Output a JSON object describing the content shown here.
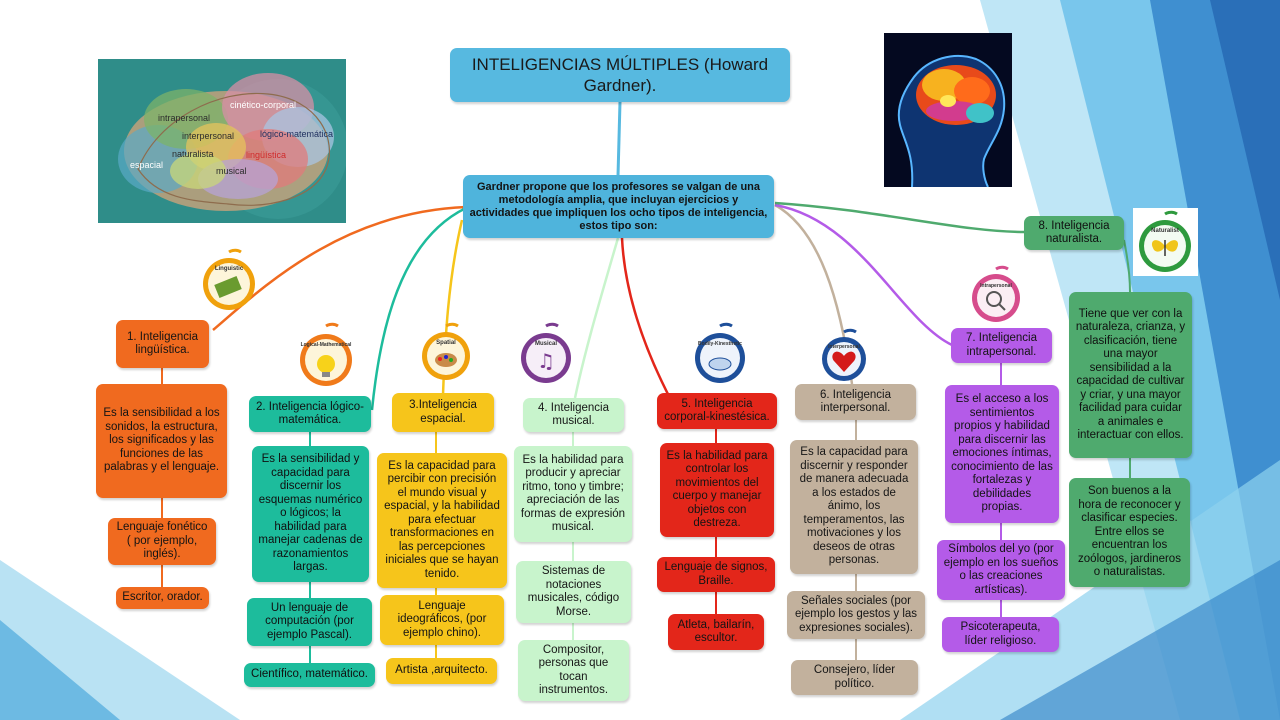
{
  "title": "INTELIGENCIAS MÚLTIPLES (Howard Gardner).",
  "intro": "Gardner propone que los profesores se valgan de una metodología amplia, que incluyan ejercicios y actividades que impliquen los ocho tipos de inteligencia, estos tipo son:",
  "brain_image": {
    "labels": [
      "cinético-corporal",
      "intrapersonal",
      "lógico-matemática",
      "interpersonal",
      "naturalista",
      "lingüística",
      "espacial",
      "musical"
    ]
  },
  "badges": [
    "Linguistic",
    "Logical-Mathematical",
    "Spatial",
    "Musical",
    "Bodily-Kinesthetic",
    "Interpersonal",
    "Intrapersonal",
    "Naturalist"
  ],
  "intelligences": [
    {
      "name": "1. Inteligencia lingüística.",
      "description": "Es la sensibilidad a los sonidos, la estructura, los significados y las funciones de las palabras y el lenguaje.",
      "example": "Lenguaje fonético ( por ejemplo, inglés).",
      "roles": "Escritor, orador.",
      "color": "#f06a1f"
    },
    {
      "name": "2. Inteligencia lógico-matemática.",
      "description": "Es la sensibilidad y capacidad para discernir los esquemas numérico o lógicos; la habilidad para manejar cadenas de razonamientos largas.",
      "example": "Un lenguaje de computación (por ejemplo Pascal).",
      "roles": "Científico, matemático.",
      "color": "#1dbc9c"
    },
    {
      "name": "3.Inteligencia espacial.",
      "description": "Es la capacidad para percibir con precisión el mundo visual y espacial, y la habilidad para efectuar transformaciones en las percepciones iniciales que se hayan tenido.",
      "example": "Lenguaje ideográficos, (por ejemplo chino).",
      "roles": "Artista ,arquitecto.",
      "color": "#f6c51b"
    },
    {
      "name": "4. Inteligencia musical.",
      "description": "Es la habilidad para producir y apreciar ritmo, tono y timbre; apreciación de las formas de expresión musical.",
      "example": "Sistemas de notaciones musicales, código Morse.",
      "roles": "Compositor, personas que tocan instrumentos.",
      "color": "#c8f4cc"
    },
    {
      "name": "5. Inteligencia corporal-kinestésica.",
      "description": "Es la habilidad para controlar los movimientos del cuerpo y manejar objetos con destreza.",
      "example": "Lenguaje de signos, Braille.",
      "roles": "Atleta, bailarín, escultor.",
      "color": "#e3261a"
    },
    {
      "name": "6. Inteligencia interpersonal.",
      "description": "Es la capacidad para discernir y responder de manera adecuada a los estados de ánimo, los temperamentos, las motivaciones y los deseos de otras personas.",
      "example": "Señales sociales (por ejemplo los gestos y las expresiones sociales).",
      "roles": "Consejero, líder político.",
      "color": "#c2b19d"
    },
    {
      "name": "7. Inteligencia intrapersonal.",
      "description": "Es el acceso a los sentimientos propios y habilidad para discernir las emociones íntimas, conocimiento de las fortalezas y debilidades propias.",
      "example": "Símbolos del yo (por ejemplo en los sueños o las creaciones artísticas).",
      "roles": "Psicoterapeuta, líder religioso.",
      "color": "#b45be8"
    },
    {
      "name": "8. Inteligencia naturalista.",
      "description": "Tiene que ver con la naturaleza, crianza, y clasificación, tiene una mayor sensibilidad a la capacidad de cultivar y criar, y una mayor facilidad para cuidar a animales e interactuar con ellos.",
      "example": "Son buenos a la hora de reconocer y clasificar especies. Entre ellos se encuentran los zoólogos, jardineros o naturalistas.",
      "color": "#4faa6e"
    }
  ]
}
